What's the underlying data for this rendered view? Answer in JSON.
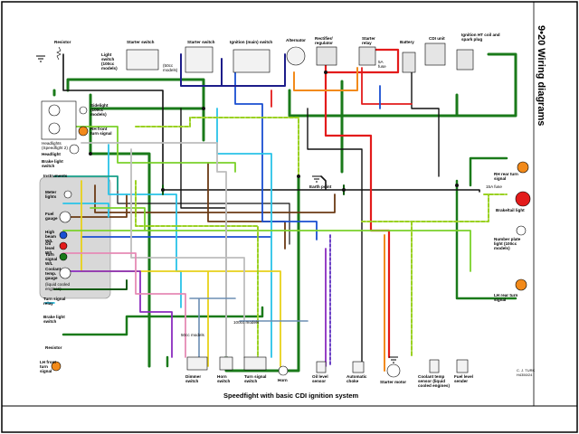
{
  "page_heading": "9•20 Wiring diagrams",
  "caption": "Speedfight with basic CDI ignition system",
  "credit": [
    "C. J. TURK",
    "H4350/24"
  ],
  "components": {
    "resistor_top": "Resistor",
    "starter_switch_1": "Starter switch",
    "starter_switch_2": "Starter switch",
    "ignition_switch": "Ignition (main) switch",
    "alternator": "Alternator",
    "rectifier": "Rectifier/ regulator",
    "starter_relay": "Starter relay",
    "battery": "Battery",
    "cdi_unit": "CDI unit",
    "ht_coil": "Ignition HT coil and spark plug",
    "light_switch": "Light switch (100cc models)",
    "fifty_cc": "(50cc models)",
    "fuse": "5A fuse",
    "sidelight": "Sidelight (100cc models)",
    "rh_front_turn": "RH front turn signal",
    "headlights": "Headlights (Speedfight 2)",
    "headlight": "Headlight",
    "brake_light_sw": "Brake light switch",
    "instruments": "Instruments",
    "meter_lights": "Meter lights",
    "fuel_gauge": "Fuel gauge",
    "high_beam": "High beam W/L",
    "oil_level_wl": "Oil level W/L",
    "turn_signal_wl": "Turn signal W/L",
    "coolant_gauge": "Coolant temp. gauge",
    "liquid_cooled": "(liquid cooled engines)",
    "turn_relay": "Turn signal relay",
    "brake_light_sw2": "Brake light switch",
    "resistor_left": "Resistor",
    "lh_front_turn": "LH front turn signal",
    "dimmer_switch": "Dimmer switch",
    "horn_switch": "Horn switch",
    "turn_switch": "Turn signal switch",
    "horn": "Horn",
    "oil_level_sensor": "Oil level sensor",
    "auto_choke": "Automatic choke",
    "starter_motor": "Starter motor",
    "coolant_sensor": "Coolant temp sensor (liquid cooled engines)",
    "fuel_sender": "Fuel level sender",
    "earth_point": "Earth point",
    "rh_rear_turn": "RH rear turn signal",
    "brake_tail": "Brake/tail light",
    "number_plate": "Number plate light (100cc models)",
    "lh_rear_turn": "LH rear turn signal",
    "fifteen_a": "15A fuse",
    "hundred_cc": "100cc models",
    "fifty_cc_2": "50cc models"
  }
}
